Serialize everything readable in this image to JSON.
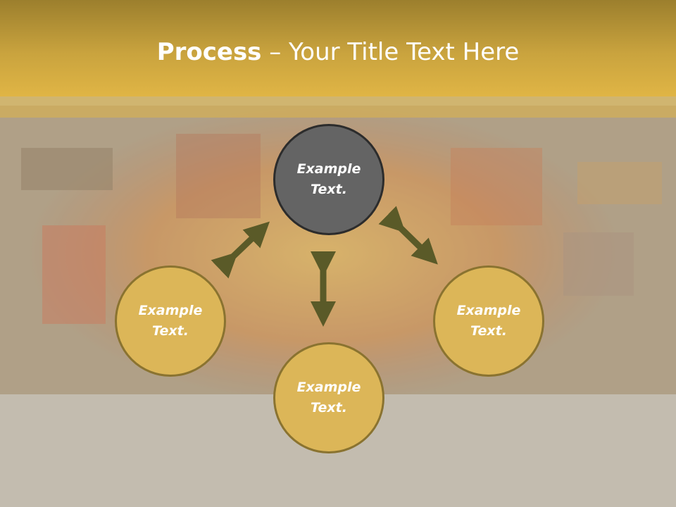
{
  "title": {
    "bold": "Process",
    "rest": " – Your Title Text Here"
  },
  "nodes": {
    "top": {
      "line1": "Example",
      "line2": "Text."
    },
    "left": {
      "line1": "Example",
      "line2": "Text."
    },
    "bottom": {
      "line1": "Example",
      "line2": "Text."
    },
    "right": {
      "line1": "Example",
      "line2": "Text."
    }
  },
  "colors": {
    "title_bar": "#c9a33e",
    "center_node": "#646464",
    "outer_node": "#dcb658",
    "arrow": "#5a5a28"
  }
}
